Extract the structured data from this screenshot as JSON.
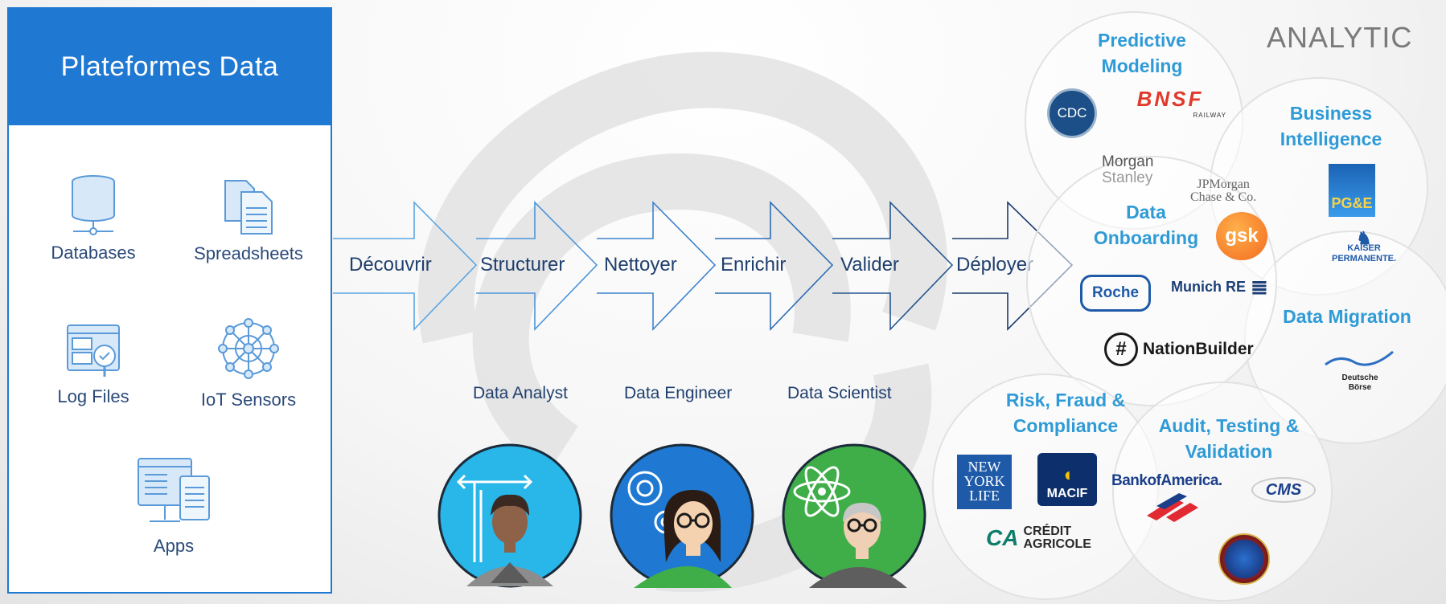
{
  "panel": {
    "title": "Plateformes Data",
    "sources": [
      {
        "label": "Databases",
        "icon": "database-icon"
      },
      {
        "label": "Spreadsheets",
        "icon": "spreadsheet-icon"
      },
      {
        "label": "Log Files",
        "icon": "log-file-icon"
      },
      {
        "label": "IoT Sensors",
        "icon": "iot-sensor-icon"
      },
      {
        "label": "Apps",
        "icon": "apps-icon"
      }
    ]
  },
  "steps": [
    "Découvrir",
    "Structurer",
    "Nettoyer",
    "Enrichir",
    "Valider",
    "Déployer"
  ],
  "roles": [
    {
      "label": "Data Analyst",
      "color": "#29b6e8"
    },
    {
      "label": "Data Engineer",
      "color": "#1f78d1"
    },
    {
      "label": "Data Scientist",
      "color": "#3fae49"
    }
  ],
  "analytic_label": "ANALYTIC",
  "sections": {
    "predictive": {
      "title_line1": "Predictive",
      "title_line2": "Modeling"
    },
    "bi": {
      "title_line1": "Business",
      "title_line2": "Intelligence"
    },
    "onboarding": {
      "title_line1": "Data",
      "title_line2": "Onboarding"
    },
    "migration": {
      "title": "Data Migration"
    },
    "risk": {
      "title_line1": "Risk, Fraud  &",
      "title_line2": "Compliance"
    },
    "audit": {
      "title_line1": "Audit, Testing &",
      "title_line2": "Validation"
    }
  },
  "logos": {
    "cdc": "CDC",
    "bnsf": "BNSF",
    "bnsf_sub": "RAILWAY",
    "morgan_1": "Morgan",
    "morgan_2": "Stanley",
    "jpm_1": "JPMorgan",
    "jpm_2": "Chase & Co.",
    "pge": "PG&E",
    "gsk": "gsk",
    "kaiser_1": "KAISER",
    "kaiser_2": "PERMANENTE.",
    "roche": "Roche",
    "munich": "Munich RE",
    "nation_hash": "#",
    "nation": "NationBuilder",
    "deutsche_1": "Deutsche",
    "deutsche_2": "Börse",
    "nyl_1": "NEW",
    "nyl_2": "YORK",
    "nyl_3": "LIFE",
    "macif": "MACIF",
    "boa": "BankofAmerica.",
    "cms": "CMS",
    "ca_mark": "CA",
    "ca_1": "CRÉDIT",
    "ca_2": "AGRICOLE"
  },
  "colors": {
    "primary_blue": "#1f78d1",
    "dark_navy": "#1a3a6b",
    "section_blue": "#2f9bd6",
    "analyst": "#29b6e8",
    "engineer": "#1f78d1",
    "scientist": "#3fae49"
  }
}
